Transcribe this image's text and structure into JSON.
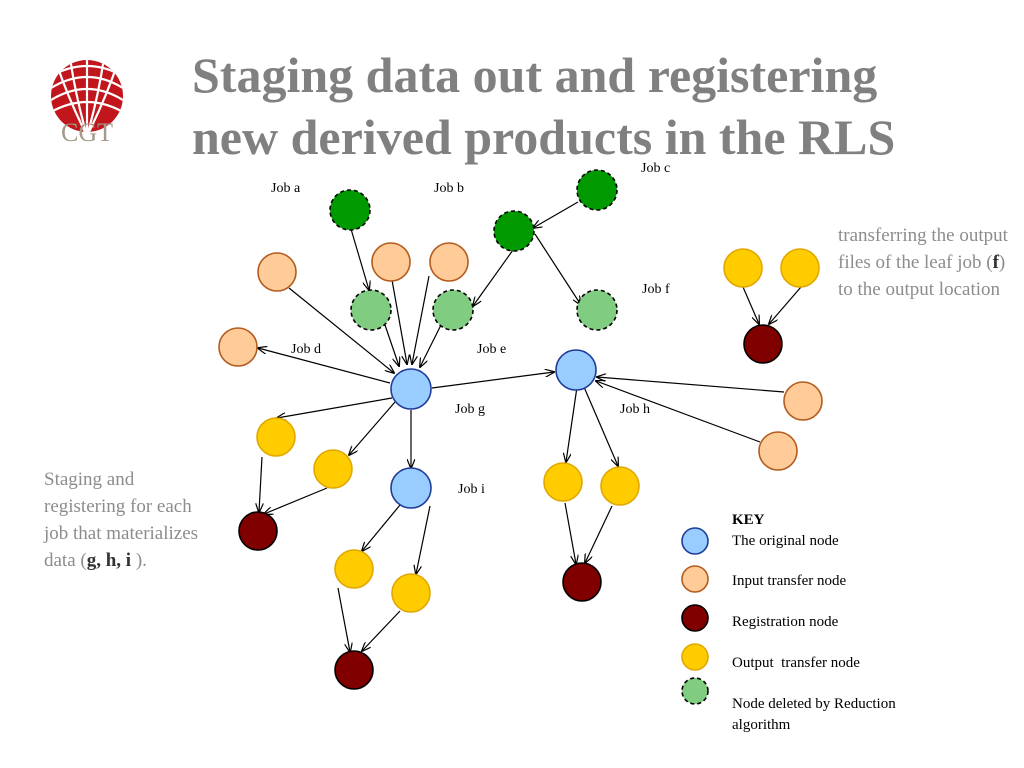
{
  "title": {
    "line1": "Staging data out and registering",
    "line2": "new derived products in the RLS"
  },
  "logo": {
    "text": "CGT"
  },
  "notes": {
    "right": {
      "pre": "transferring the output files of the leaf job (",
      "bold": "f",
      "post": ") to the output location"
    },
    "left": {
      "pre": "Staging and registering for each job that materializes data (",
      "bold": "g, h, i",
      "post": " )."
    }
  },
  "job_labels": {
    "a": "Job a",
    "b": "Job b",
    "c": "Job c",
    "d": "Job d",
    "e": "Job e",
    "f": "Job f",
    "g": "Job g",
    "h": "Job h",
    "i": "Job i"
  },
  "key": {
    "heading": "KEY",
    "original": "The original node",
    "input": "Input transfer node",
    "registration": "Registration node",
    "output": "Output  transfer node",
    "deleted_line1": "Node deleted by Reduction",
    "deleted_line2": "algorithm"
  },
  "colors": {
    "title": "#808080",
    "note_text": "#8c8c8c",
    "original_fill": "#99ccff",
    "original_stroke": "#1f3c99",
    "input_fill": "#ffcc99",
    "input_stroke": "#b35c1e",
    "registration_fill": "#800000",
    "output_fill": "#ffcc00",
    "output_stroke": "#e0a800",
    "deleted_dark_fill": "#009900",
    "deleted_light_fill": "#80cc80",
    "logo_red": "#c0161c"
  }
}
